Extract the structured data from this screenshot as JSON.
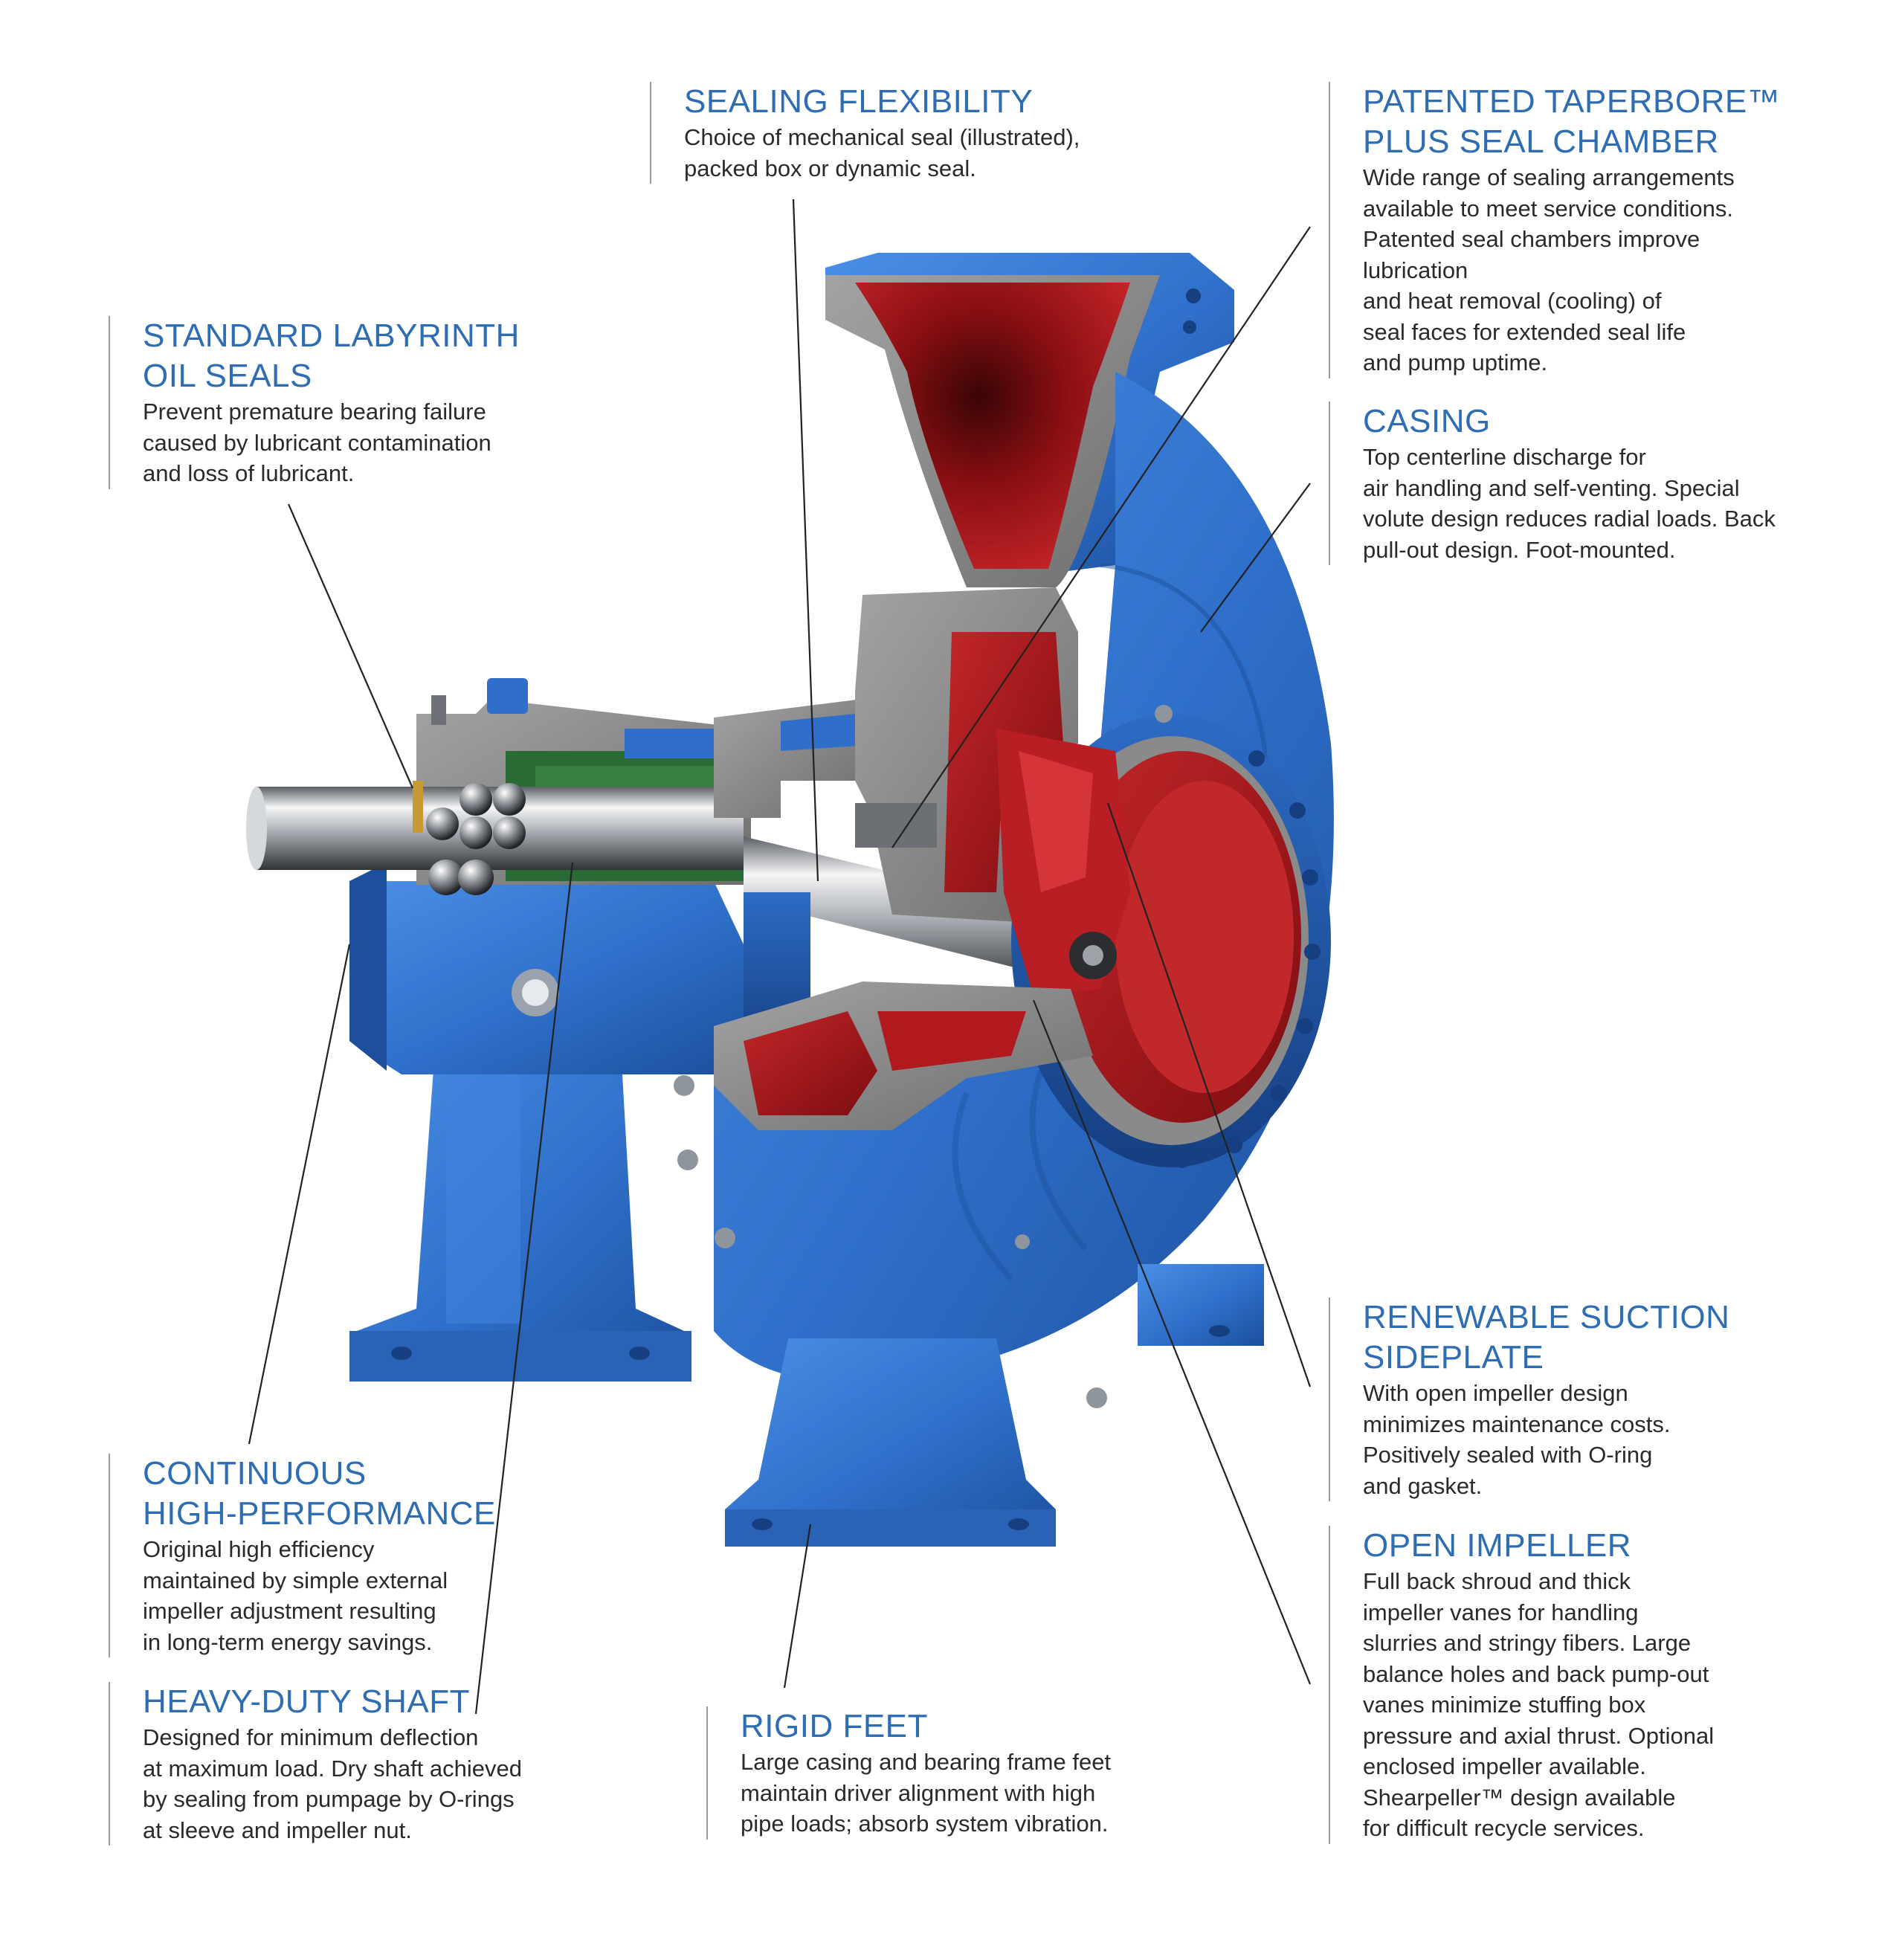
{
  "callouts": {
    "sealing_flexibility": {
      "title": "SEALING FLEXIBILITY",
      "body": "Choice of mechanical seal (illustrated),\npacked box or dynamic seal."
    },
    "taperbore": {
      "title": "PATENTED TAPERBORE™\nPLUS SEAL CHAMBER",
      "body": "Wide range of sealing arrangements\navailable to meet service conditions.\nPatented seal chambers improve\nlubrication\nand heat removal (cooling) of\nseal faces for extended seal life\nand pump uptime."
    },
    "labyrinth": {
      "title": "STANDARD LABYRINTH\nOIL SEALS",
      "body": "Prevent premature bearing failure\ncaused by lubricant contamination\nand loss of lubricant."
    },
    "casing": {
      "title": "CASING",
      "body": "Top centerline discharge for\nair handling and self-venting. Special\nvolute design reduces radial loads. Back\npull-out design. Foot-mounted."
    },
    "sideplate": {
      "title": "RENEWABLE SUCTION\nSIDEPLATE",
      "body": "With open impeller design\nminimizes maintenance costs.\nPositively sealed with O-ring\nand gasket."
    },
    "continuous": {
      "title": "CONTINUOUS\nHIGH-PERFORMANCE",
      "body": "Original high efficiency\nmaintained by simple external\nimpeller adjustment resulting\nin long-term energy savings."
    },
    "impeller": {
      "title": "OPEN IMPELLER",
      "body": "Full back shroud and thick\nimpeller vanes for handling\nslurries and stringy fibers. Large\nbalance holes and back pump-out\nvanes minimize stuffing box\npressure and axial thrust. Optional\nenclosed impeller available.\nShearpeller™ design available\nfor difficult recycle services."
    },
    "shaft": {
      "title": "HEAVY-DUTY SHAFT",
      "body": "Designed for minimum deflection\nat maximum load. Dry shaft achieved\nby sealing from pumpage by O-rings\nat sleeve and impeller nut."
    },
    "feet": {
      "title": "RIGID FEET",
      "body": "Large casing and bearing frame feet\nmaintain driver alignment with high\npipe loads; absorb system vibration."
    }
  },
  "colors": {
    "heading_blue": "#2f6db2",
    "pump_blue": "#2f6fc9",
    "cut_grey": "#8e8e8e",
    "interior_red": "#b0161b",
    "shaft_silver": "#c9ccd0",
    "bearing_green": "#2d7a3e"
  }
}
